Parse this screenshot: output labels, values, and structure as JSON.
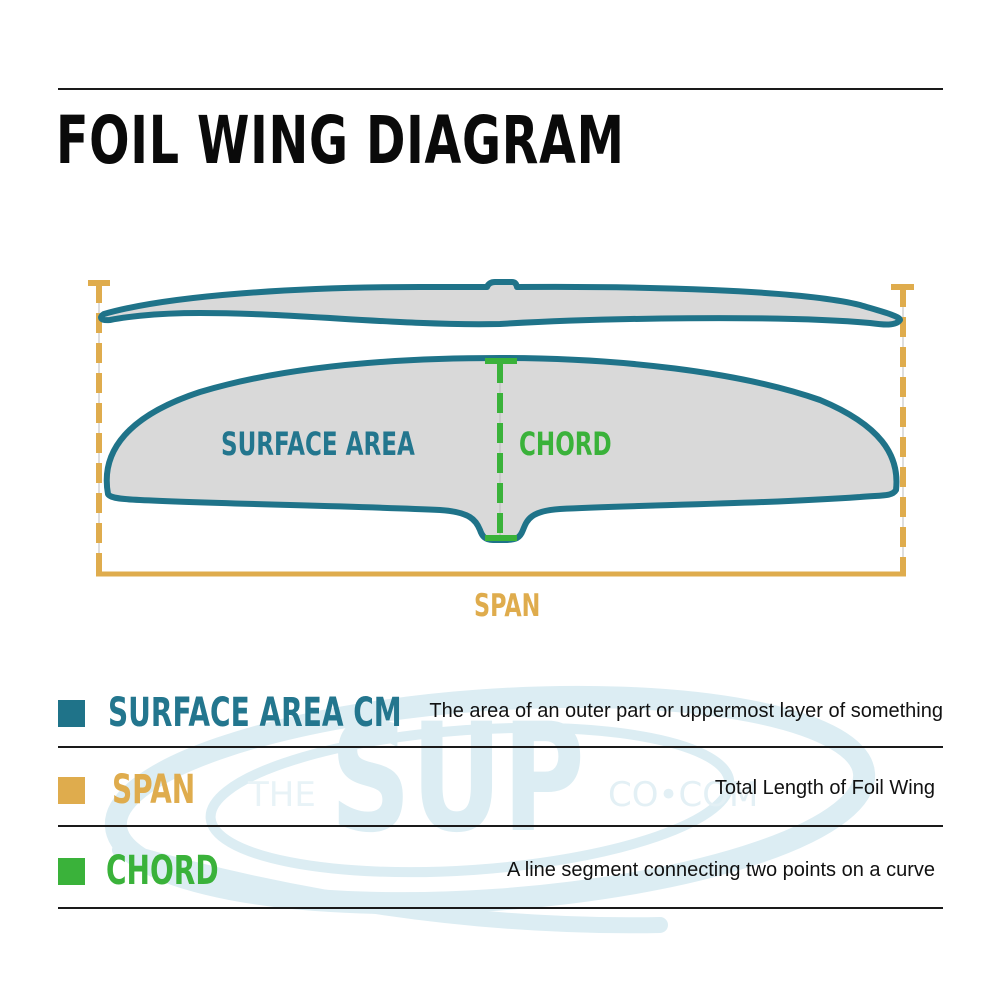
{
  "title": "FOIL WING DIAGRAM",
  "diagram": {
    "labels": {
      "surface_area": "SURFACE AREA",
      "chord": "CHORD",
      "span": "SPAN"
    },
    "views": [
      "front-view-wing-profile",
      "top-view-wing-planform"
    ],
    "colors": {
      "outline": "#1f7389",
      "fill": "#d9d9d9",
      "span": "#dfac4d",
      "chord": "#3ab23a",
      "rules": "#1a1a1a"
    }
  },
  "legend": {
    "items": [
      {
        "name": "SURFACE AREA CM",
        "color": "#23768e",
        "description": "The area of an outer part or uppermost layer of something"
      },
      {
        "name": "SPAN",
        "color": "#dfac4d",
        "description": "Total Length of Foil Wing"
      },
      {
        "name": "CHORD",
        "color": "#3ab23a",
        "description": "A line segment connecting two points on a curve"
      }
    ]
  },
  "watermark": {
    "left": "THE",
    "center": "SUP",
    "right": "CO•COM",
    "color": "#dcedf3"
  }
}
